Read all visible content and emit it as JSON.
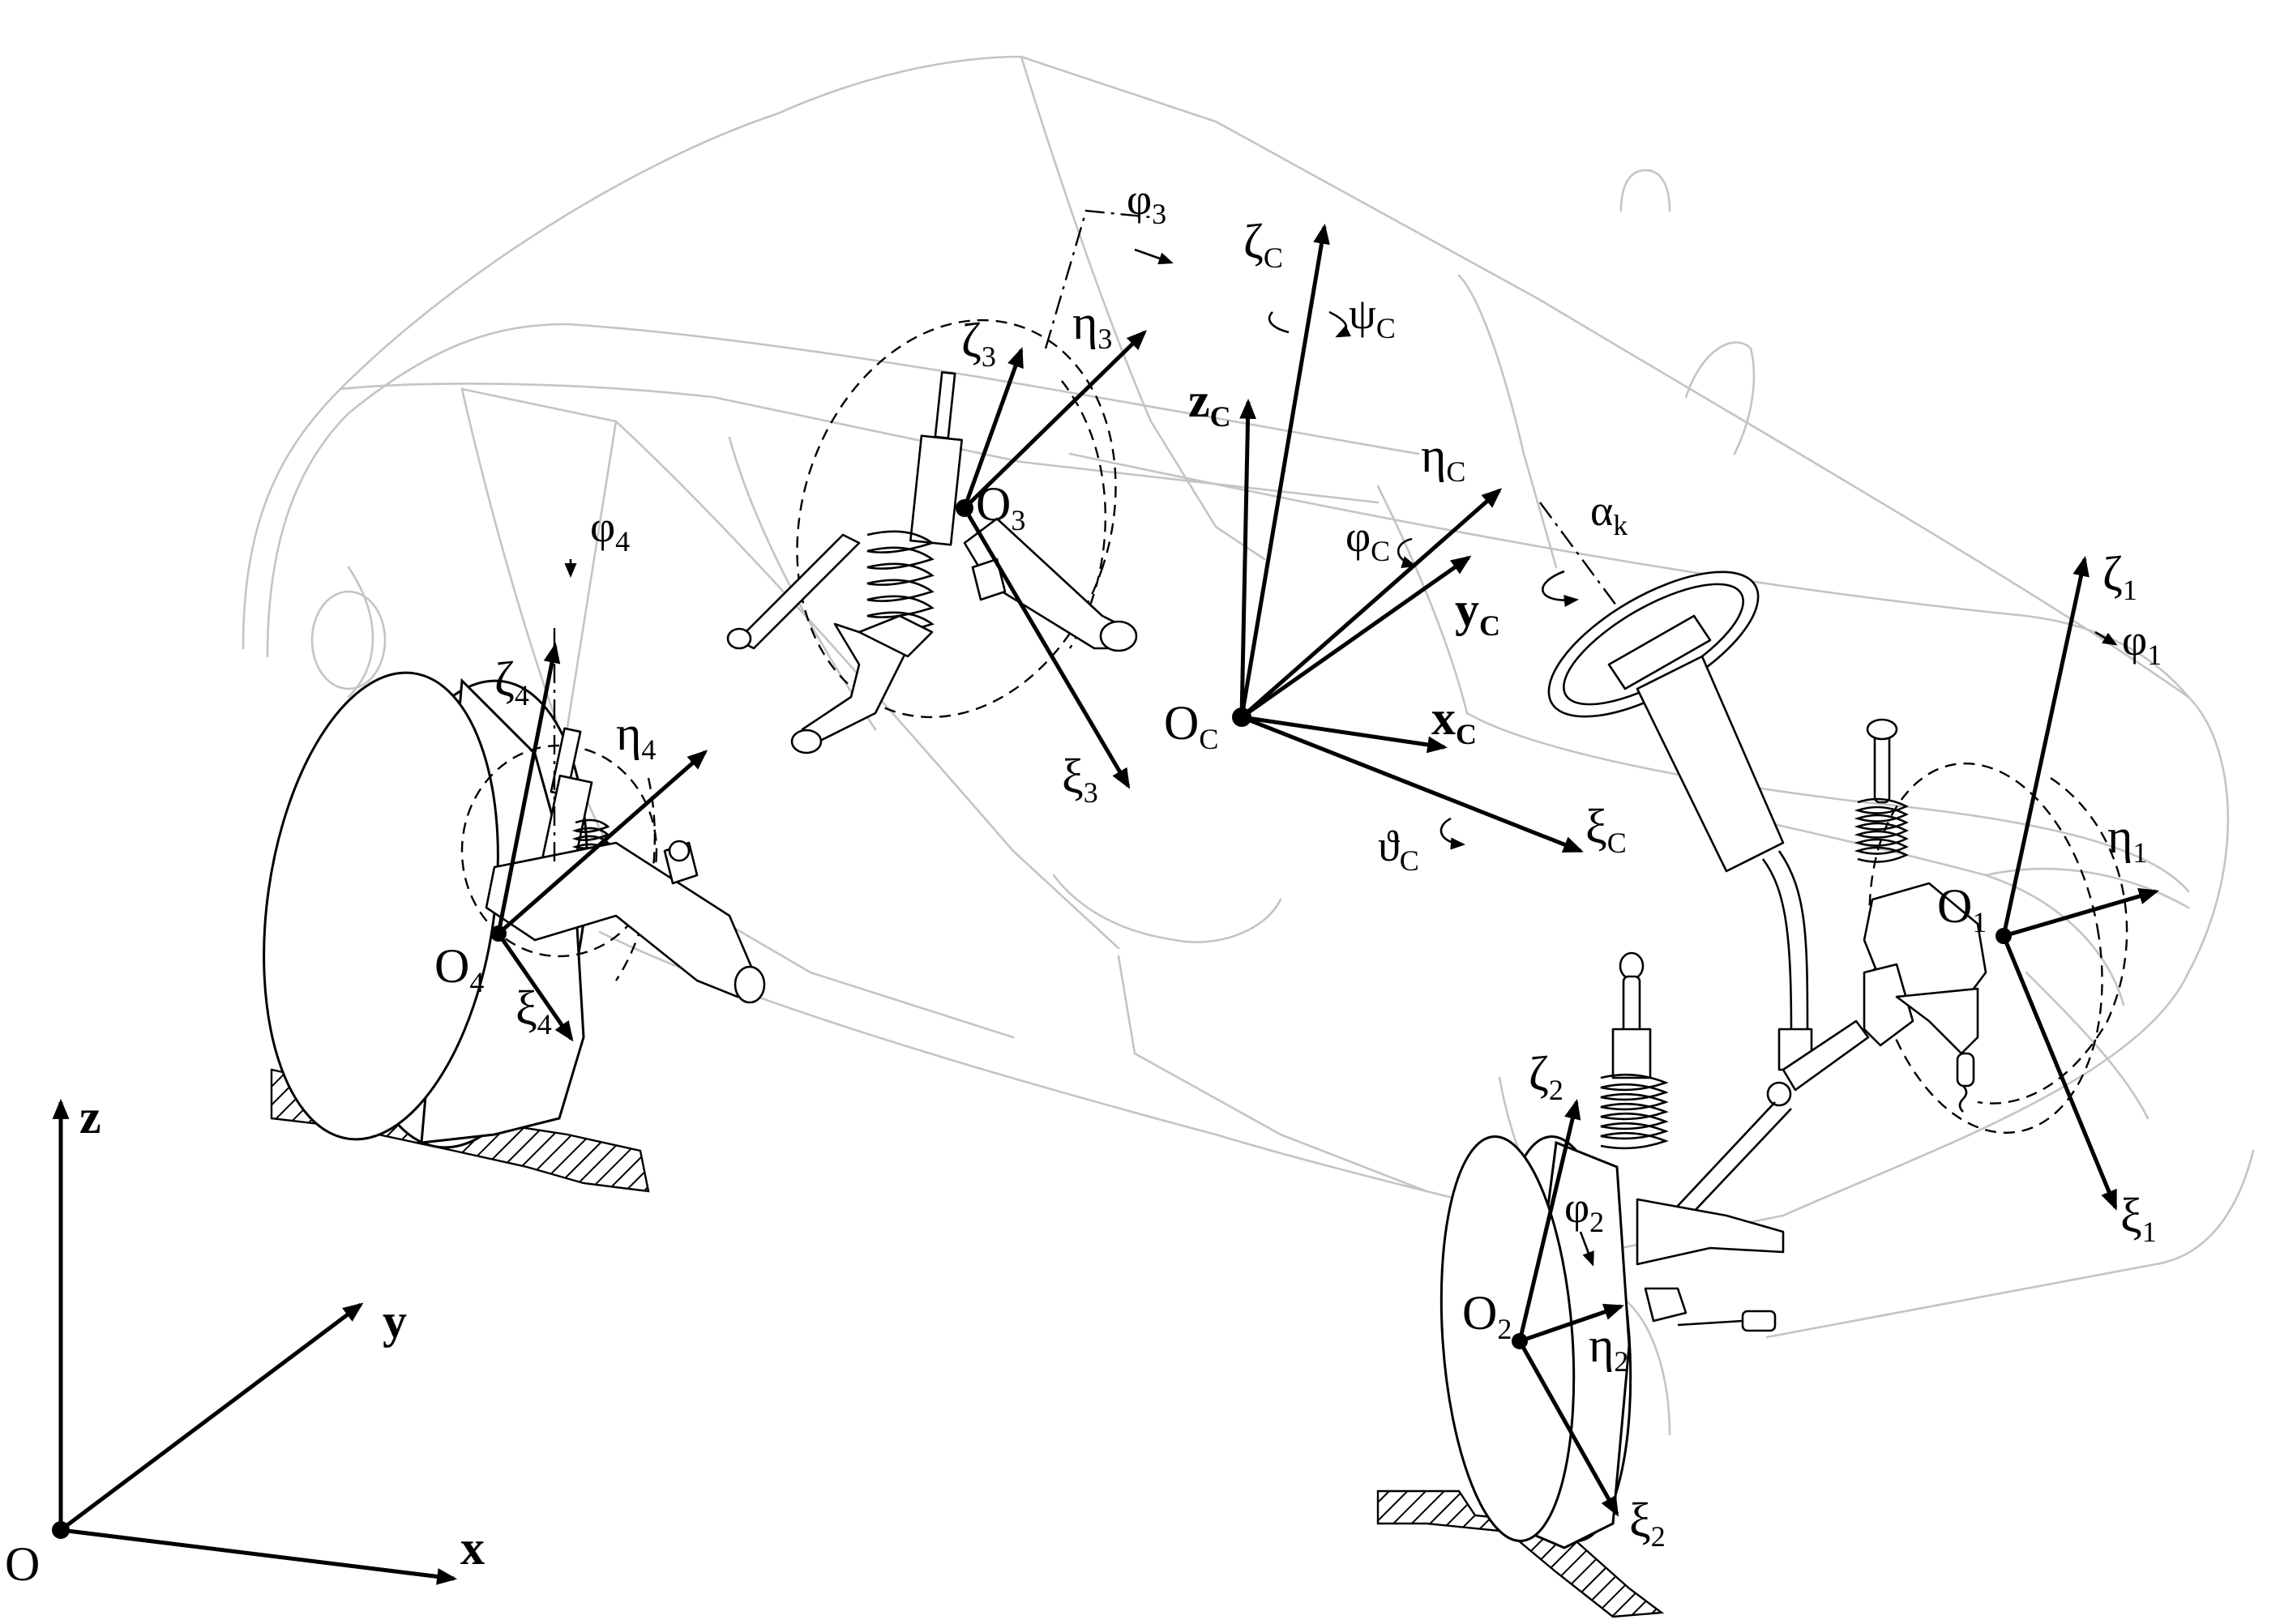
{
  "figure": {
    "global_frame": {
      "origin": "O",
      "x_label": "x",
      "y_label": "y",
      "z_label": "z"
    },
    "body_frame": {
      "origin": {
        "base": "O",
        "sub": "C"
      },
      "axes": [
        {
          "base": "x",
          "sub": "C"
        },
        {
          "base": "y",
          "sub": "C"
        },
        {
          "base": "z",
          "sub": "C"
        },
        {
          "base": "ξ",
          "sub": "C"
        },
        {
          "base": "η",
          "sub": "C"
        },
        {
          "base": "ζ",
          "sub": "C"
        }
      ],
      "angles": [
        {
          "base": "φ",
          "sub": "C"
        },
        {
          "base": "ϑ",
          "sub": "C"
        },
        {
          "base": "ψ",
          "sub": "C"
        }
      ],
      "steering_angle": {
        "base": "α",
        "sub": "k"
      }
    },
    "wheels": [
      {
        "origin": {
          "base": "O",
          "sub": "1"
        },
        "xi": {
          "base": "ξ",
          "sub": "1"
        },
        "eta": {
          "base": "η",
          "sub": "1"
        },
        "zeta": {
          "base": "ζ",
          "sub": "1"
        },
        "phi": {
          "base": "φ",
          "sub": "1"
        }
      },
      {
        "origin": {
          "base": "O",
          "sub": "2"
        },
        "xi": {
          "base": "ξ",
          "sub": "2"
        },
        "eta": {
          "base": "η",
          "sub": "2"
        },
        "zeta": {
          "base": "ζ",
          "sub": "2"
        },
        "phi": {
          "base": "φ",
          "sub": "2"
        }
      },
      {
        "origin": {
          "base": "O",
          "sub": "3"
        },
        "xi": {
          "base": "ξ",
          "sub": "3"
        },
        "eta": {
          "base": "η",
          "sub": "3"
        },
        "zeta": {
          "base": "ζ",
          "sub": "3"
        },
        "phi": {
          "base": "φ",
          "sub": "3"
        }
      },
      {
        "origin": {
          "base": "O",
          "sub": "4"
        },
        "xi": {
          "base": "ξ",
          "sub": "4"
        },
        "eta": {
          "base": "η",
          "sub": "4"
        },
        "zeta": {
          "base": "ζ",
          "sub": "4"
        },
        "phi": {
          "base": "φ",
          "sub": "4"
        }
      }
    ]
  }
}
